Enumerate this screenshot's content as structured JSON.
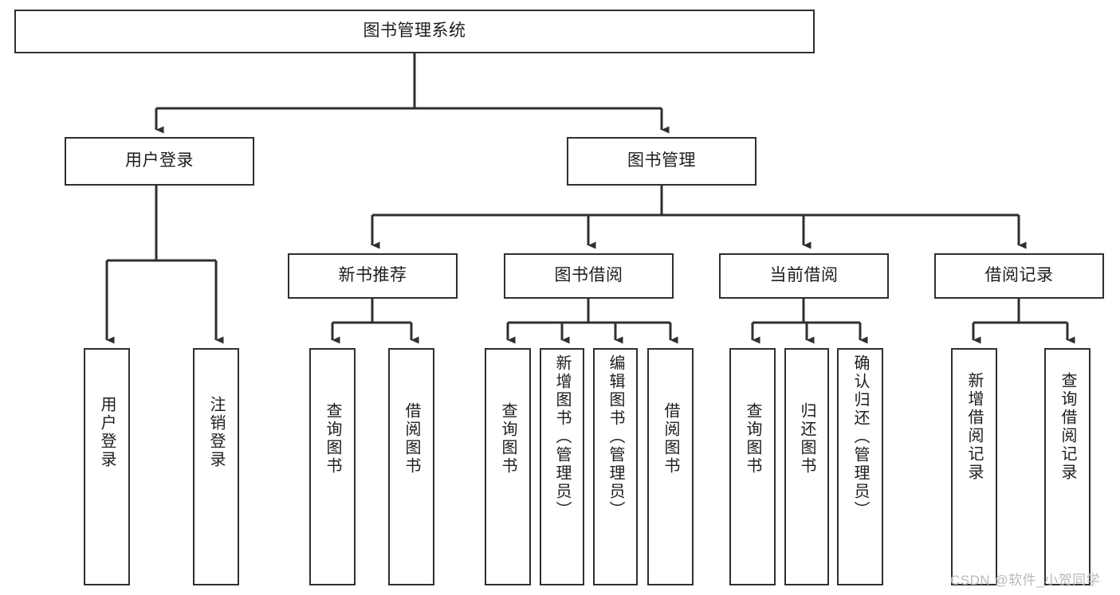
{
  "diagram": {
    "title": "图书管理系统",
    "type": "tree-hierarchy-diagram",
    "stroke_color": "#2f2f2f",
    "text_color": "#1d1d1d",
    "background_color": "#ffffff"
  },
  "root": {
    "label": "图书管理系统"
  },
  "level2": {
    "user_login": {
      "label": "用户登录"
    },
    "book_manage": {
      "label": "图书管理"
    }
  },
  "level3": {
    "new_book_rec": {
      "label": "新书推荐"
    },
    "book_borrow": {
      "label": "图书借阅"
    },
    "current_borrow": {
      "label": "当前借阅"
    },
    "borrow_record": {
      "label": "借阅记录"
    }
  },
  "leaves": {
    "user_login": [
      {
        "label": "用户登录"
      },
      {
        "label": "注销登录"
      }
    ],
    "new_book_rec": [
      {
        "label": "查询图书"
      },
      {
        "label": "借阅图书"
      }
    ],
    "book_borrow": [
      {
        "label": "查询图书"
      },
      {
        "label": "新增图书（管理员）"
      },
      {
        "label": "编辑图书（管理员）"
      },
      {
        "label": "借阅图书"
      }
    ],
    "current_borrow": [
      {
        "label": "查询图书"
      },
      {
        "label": "归还图书"
      },
      {
        "label": "确认归还（管理员）"
      }
    ],
    "borrow_record": [
      {
        "label": "新增借阅记录"
      },
      {
        "label": "查询借阅记录"
      }
    ]
  },
  "watermark": {
    "text": "CSDN @软件_小贺同学"
  }
}
